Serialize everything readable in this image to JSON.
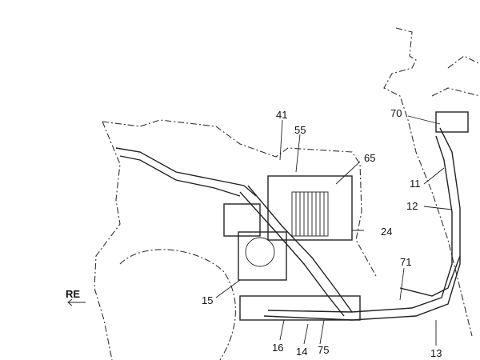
{
  "figure": {
    "direction_label": "RE",
    "reference_numerals": [
      "41",
      "55",
      "65",
      "70",
      "11",
      "12",
      "24",
      "71",
      "15",
      "16",
      "14",
      "75",
      "13"
    ]
  }
}
